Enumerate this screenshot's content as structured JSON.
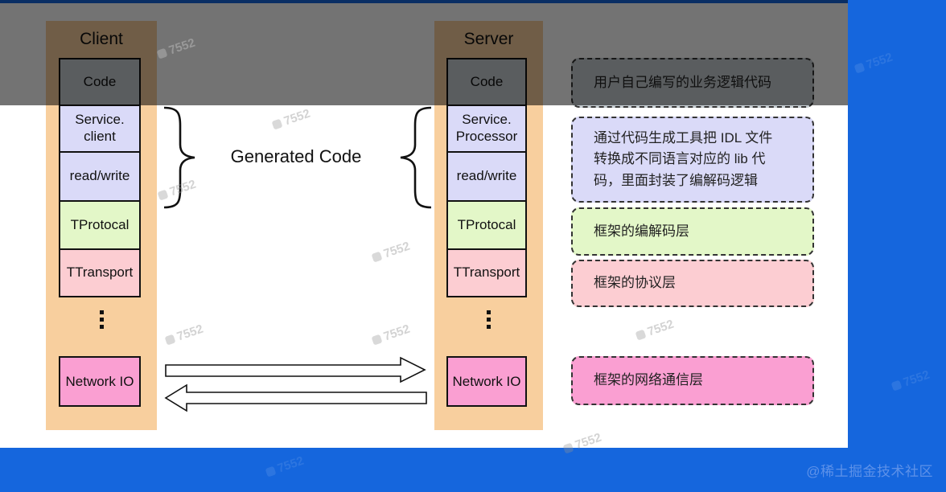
{
  "colors": {
    "page_bg": "#1566dd",
    "card_bg": "#ffffff",
    "panel_orange": "#f8cf9e",
    "layer_gray": "#c7ced3",
    "layer_lavender": "#dadaf8",
    "layer_green": "#e3f7c8",
    "layer_pink": "#fccdd2",
    "layer_hotpink": "#fa9fd2"
  },
  "client": {
    "title": "Client",
    "layers": [
      {
        "line1": "Code",
        "line2": "",
        "bg": "#c7ced3"
      },
      {
        "line1": "Service.",
        "line2": "client",
        "bg": "#dadaf8"
      },
      {
        "line1": "read/write",
        "line2": "",
        "bg": "#dadaf8"
      },
      {
        "line1": "TProtocal",
        "line2": "",
        "bg": "#e3f7c8"
      },
      {
        "line1": "TTransport",
        "line2": "",
        "bg": "#fccdd2"
      }
    ],
    "network_io": "Network IO"
  },
  "server": {
    "title": "Server",
    "layers": [
      {
        "line1": "Code",
        "line2": "",
        "bg": "#c7ced3"
      },
      {
        "line1": "Service.",
        "line2": "Processor",
        "bg": "#dadaf8"
      },
      {
        "line1": "read/write",
        "line2": "",
        "bg": "#dadaf8"
      },
      {
        "line1": "TProtocal",
        "line2": "",
        "bg": "#e3f7c8"
      },
      {
        "line1": "TTransport",
        "line2": "",
        "bg": "#fccdd2"
      }
    ],
    "network_io": "Network IO"
  },
  "center": {
    "generated_code": "Generated Code"
  },
  "annotations": [
    {
      "text": "用户自己编写的业务逻辑代码",
      "bg": "#c7ced3"
    },
    {
      "line1": "通过代码生成工具把 IDL 文件",
      "line2": "转换成不同语言对应的 lib 代",
      "line3": "码，里面封装了编解码逻辑",
      "bg": "#dadaf8"
    },
    {
      "text": "框架的编解码层",
      "bg": "#e3f7c8"
    },
    {
      "text": "框架的协议层",
      "bg": "#fccdd2"
    },
    {
      "text": "框架的网络通信层",
      "bg": "#fa9fd2"
    }
  ],
  "watermark": "7552",
  "credit": "@稀土掘金技术社区"
}
